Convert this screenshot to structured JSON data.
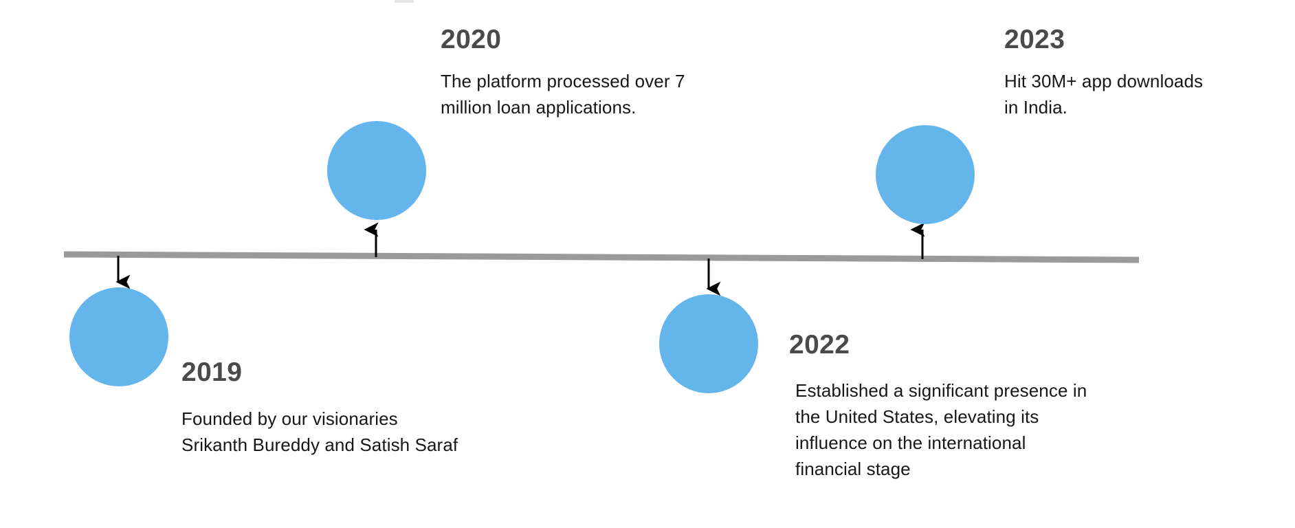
{
  "diagram": {
    "type": "milestone-timeline",
    "orientation": "horizontal",
    "background_color": "#ffffff",
    "axis_color": "#9a9a9a",
    "node_color": "#64b5ec",
    "year_color": "#4a4a4a",
    "text_color": "#171717",
    "arrow_color": "#000000"
  },
  "milestones": [
    {
      "year": "2019",
      "description": "Founded by our visionaries Srikanth Bureddy and Satish Saraf",
      "side": "below",
      "arrow": "down"
    },
    {
      "year": "2020",
      "description": "The platform processed over 7 million loan applications.",
      "side": "above",
      "arrow": "up"
    },
    {
      "year": "2022",
      "description": "Established a significant presence in the United States, elevating its influence on the international financial stage",
      "side": "below",
      "arrow": "down"
    },
    {
      "year": "2023",
      "description": "Hit 30M+ app downloads in India.",
      "side": "above",
      "arrow": "up"
    }
  ]
}
